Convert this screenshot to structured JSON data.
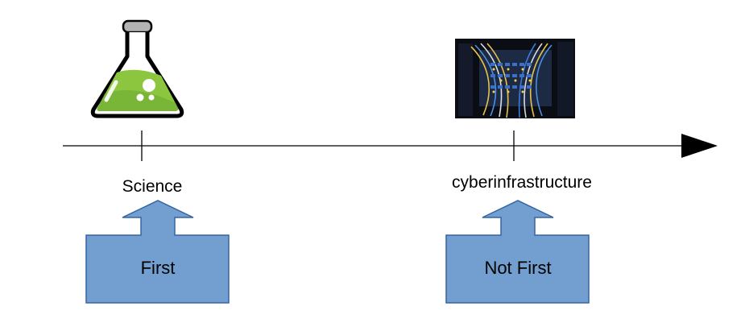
{
  "timeline": {
    "left_item": {
      "icon": "flask-icon",
      "label": "Science",
      "callout": "First"
    },
    "right_item": {
      "icon": "server-cables-image",
      "label": "cyberinfrastructure",
      "callout": "Not First"
    }
  },
  "colors": {
    "callout_fill": "#729fcf",
    "callout_stroke": "#3465a4",
    "flask_liquid": "#8cc63f",
    "flask_outline": "#000000",
    "axis": "#000000"
  }
}
